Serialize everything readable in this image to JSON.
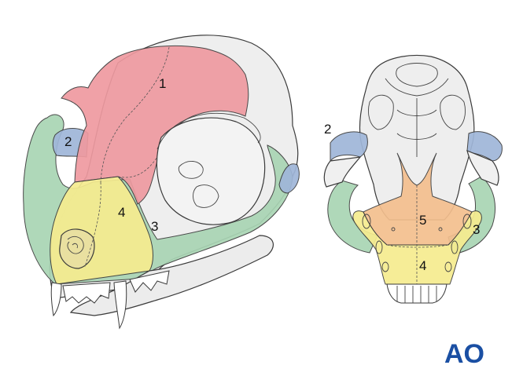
{
  "colors": {
    "region_1": "#ef9aa0",
    "region_2": "#9fb6d9",
    "region_3": "#a9d5b4",
    "region_4": "#f6ec8f",
    "region_5": "#f4bf8e",
    "logo": "#1a4fa3"
  },
  "lateral_view": {
    "labels": {
      "frontal": "1",
      "zygomatic_temporal": "2",
      "zygomatic_arch": "3",
      "maxilla": "4"
    }
  },
  "ventral_view": {
    "labels": {
      "zygomatic_temporal": "2",
      "zygomatic_arch": "3",
      "maxilla": "4",
      "palatine": "5"
    }
  },
  "logo": {
    "text": "AO"
  }
}
